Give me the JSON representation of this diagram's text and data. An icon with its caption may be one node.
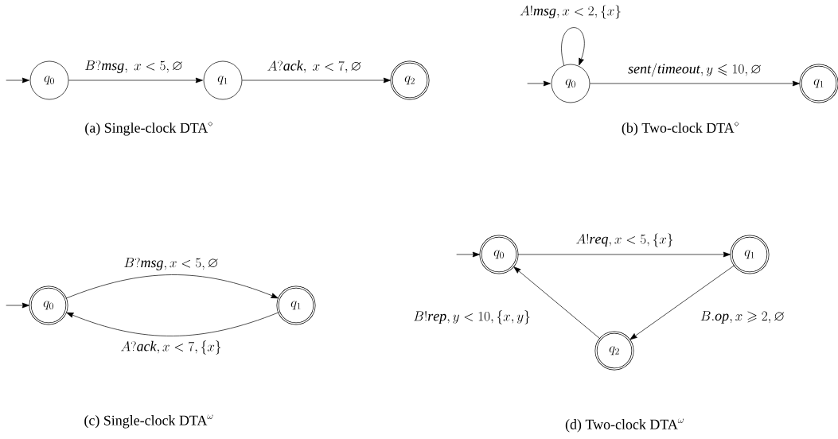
{
  "diagram": {
    "nodes": [
      {
        "text": [
          "q_0"
        ]
      },
      {
        "text": [
          "q_1"
        ]
      },
      {
        "text": [
          "q_2"
        ]
      },
      {
        "text": [
          "q_0"
        ]
      },
      {
        "text": [
          "q_1"
        ]
      },
      {
        "text": [
          "q_0"
        ]
      },
      {
        "text": [
          "q_1"
        ]
      },
      {
        "text": [
          "q_0"
        ]
      },
      {
        "text": [
          "q_1"
        ]
      },
      {
        "text": [
          "q_2"
        ]
      }
    ],
    "edges": [
      {
        "from": null,
        "to": 0,
        "arrow": "to"
      },
      {
        "from": 0,
        "to": 1,
        "arrow": "to",
        "label": "B?\\mathit{msg},\\ x<5,\\varnothing"
      },
      {
        "from": 1,
        "to": 2,
        "arrow": "to",
        "label": "A?\\mathit{ack},\\ x<7,\\varnothing"
      },
      {
        "from": 3,
        "to": 3,
        "arrow": "to",
        "label": "A!\\mathit{msg},x<2,\\{x\\}"
      },
      {
        "from": null,
        "to": 3,
        "arrow": "to"
      },
      {
        "from": 3,
        "to": 4,
        "arrow": "to",
        "label": "\\mathit{sent}/\\mathit{timeout},y\\leqslant 10,\\varnothing"
      },
      {
        "from": null,
        "to": 5,
        "arrow": "to"
      },
      {
        "from": 5,
        "to": 6,
        "arrow": "to",
        "label": "B?\\mathit{msg},x<5,\\varnothing"
      },
      {
        "from": 6,
        "to": 5,
        "arrow": "to",
        "label": "A?\\mathit{ack},x<7,\\{x\\}"
      },
      {
        "from": null,
        "to": 7,
        "arrow": "to"
      },
      {
        "from": 7,
        "to": 8,
        "arrow": "to",
        "label": "A!\\mathit{req},x<5,\\{x\\}"
      },
      {
        "from": 8,
        "to": 9,
        "arrow": "to",
        "label": "B.\\mathit{op},x\\geqslant 2,\\varnothing"
      },
      {
        "from": 9,
        "to": 7,
        "arrow": "to",
        "label": "B!\\mathit{rep},y<10,\\{x,y\\}"
      }
    ],
    "labels": [
      "\\text{(a) Single-clock DTA}^{\\diamond}",
      "\\text{(b) Two-clock DTA}^{\\diamond}",
      "\\text{(c) Single-clock DTA}^{\\omega}",
      "\\text{(d) Two-clock DTA}^{\\omega}"
    ]
  }
}
